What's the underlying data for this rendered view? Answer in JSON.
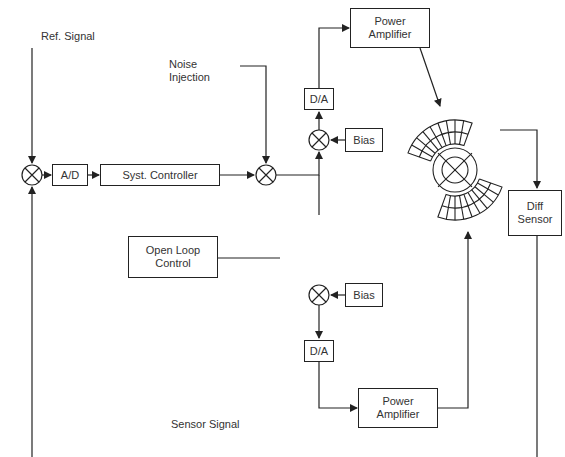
{
  "diagram": {
    "nodes": [
      {
        "text": [
          "Power Amplifier"
        ]
      },
      {
        "text": [
          "D/A"
        ]
      },
      {
        "text": [
          "Bias"
        ]
      },
      {
        "text": [
          "A/D"
        ]
      },
      {
        "text": [
          "Syst. Controller"
        ]
      },
      {
        "text": [
          "Diff Sensor"
        ]
      },
      {
        "text": [
          "Open Loop Control"
        ]
      },
      {
        "text": [
          "Bias"
        ]
      },
      {
        "text": [
          "D/A"
        ]
      },
      {
        "text": [
          "Power Amplifier"
        ]
      }
    ],
    "edges": [
      {
        "from": 3,
        "to": 4,
        "arrow": "to"
      },
      {
        "from": 1,
        "to": 0,
        "arrow": "to"
      },
      {
        "from": 8,
        "to": 9,
        "arrow": "to"
      }
    ],
    "labels": [
      "Ref. Signal",
      "Noise Injection",
      "Sensor Signal"
    ]
  }
}
